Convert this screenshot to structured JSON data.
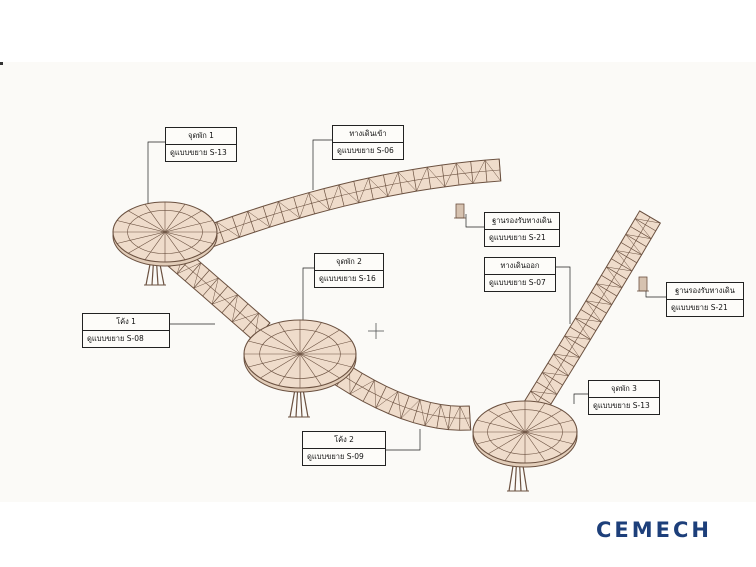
{
  "labels": {
    "rest1": {
      "title": "จุดพัก 1",
      "ref": "ดูแบบขยาย S-13"
    },
    "entry": {
      "title": "ทางเดินเข้า",
      "ref": "ดูแบบขยาย S-06"
    },
    "support1": {
      "title": "ฐานรองรับทางเดิน",
      "ref": "ดูแบบขยาย S-21"
    },
    "rest2": {
      "title": "จุดพัก 2",
      "ref": "ดูแบบขยาย S-16"
    },
    "exit": {
      "title": "ทางเดินออก",
      "ref": "ดูแบบขยาย S-07"
    },
    "support2": {
      "title": "ฐานรองรับทางเดิน",
      "ref": "ดูแบบขยาย S-21"
    },
    "curve1": {
      "title": "โค้ง 1",
      "ref": "ดูแบบขยาย S-08"
    },
    "rest3": {
      "title": "จุดพัก 3",
      "ref": "ดูแบบขยาย S-13"
    },
    "curve2": {
      "title": "โค้ง 2",
      "ref": "ดูแบบขยาย S-09"
    }
  },
  "brand": {
    "logo": "CEMECH"
  },
  "colors": {
    "structure_fill": "#efdccb",
    "structure_line": "#6b5140",
    "paper": "#fbfaf7"
  }
}
